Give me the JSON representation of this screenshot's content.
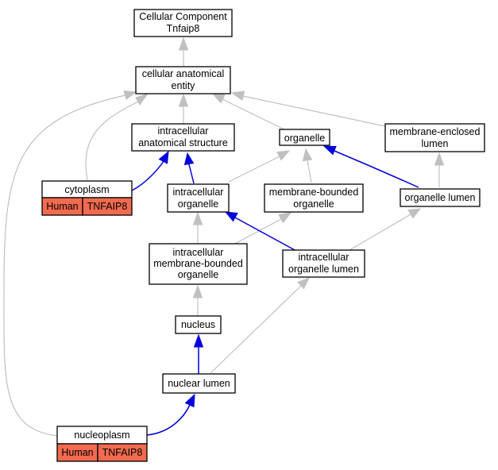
{
  "nodes": {
    "root": {
      "line1": "Cellular Component",
      "line2": "Tnfaip8"
    },
    "cae": {
      "line1": "cellular anatomical",
      "line2": "entity"
    },
    "ias": {
      "line1": "intracellular",
      "line2": "anatomical structure"
    },
    "organelle": {
      "line1": "organelle"
    },
    "mel": {
      "line1": "membrane-enclosed",
      "line2": "lumen"
    },
    "cytoplasm": {
      "line1": "cytoplasm",
      "tag_species": "Human",
      "tag_gene": "TNFAIP8"
    },
    "io": {
      "line1": "intracellular",
      "line2": "organelle"
    },
    "mbo": {
      "line1": "membrane-bounded",
      "line2": "organelle"
    },
    "ol": {
      "line1": "organelle lumen"
    },
    "imbo": {
      "line1": "intracellular",
      "line2": "membrane-bounded",
      "line3": "organelle"
    },
    "iol": {
      "line1": "intracellular",
      "line2": "organelle lumen"
    },
    "nucleus": {
      "line1": "nucleus"
    },
    "nl": {
      "line1": "nuclear lumen"
    },
    "nucleoplasm": {
      "line1": "nucleoplasm",
      "tag_species": "Human",
      "tag_gene": "TNFAIP8"
    }
  },
  "colors": {
    "is_a_edge": "#c0c0c0",
    "part_of_edge": "#0000dd",
    "annotation_tag": "#f26a4f"
  }
}
